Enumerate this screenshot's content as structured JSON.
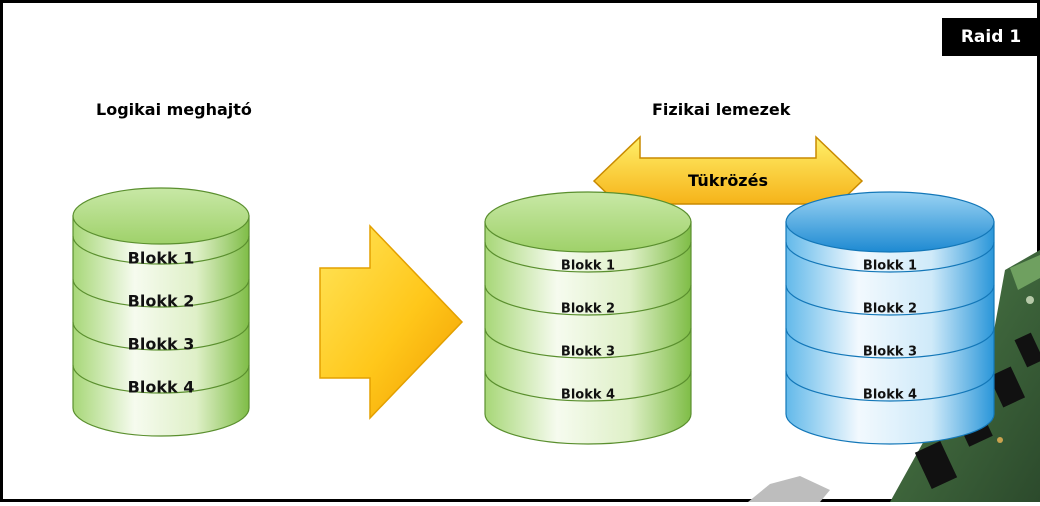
{
  "badge": "Raid 1",
  "logical_title": "Logikai meghajtó",
  "physical_title": "Fizikai lemezek",
  "mirror_label": "Tükrözés",
  "logical_blocks": [
    "Blokk 1",
    "Blokk 2",
    "Blokk 3",
    "Blokk 4"
  ],
  "disk1_blocks": [
    "Blokk 1",
    "Blokk 2",
    "Blokk 3",
    "Blokk 4"
  ],
  "disk2_blocks": [
    "Blokk 1",
    "Blokk 2",
    "Blokk 3",
    "Blokk 4"
  ],
  "colors": {
    "green_light": "#f4fbe8",
    "green_dark": "#8fc95a",
    "blue_light": "#eaf6fd",
    "blue_dark": "#1a8fd6",
    "arrow_light": "#ffe24a",
    "arrow_dark": "#f2a300"
  }
}
